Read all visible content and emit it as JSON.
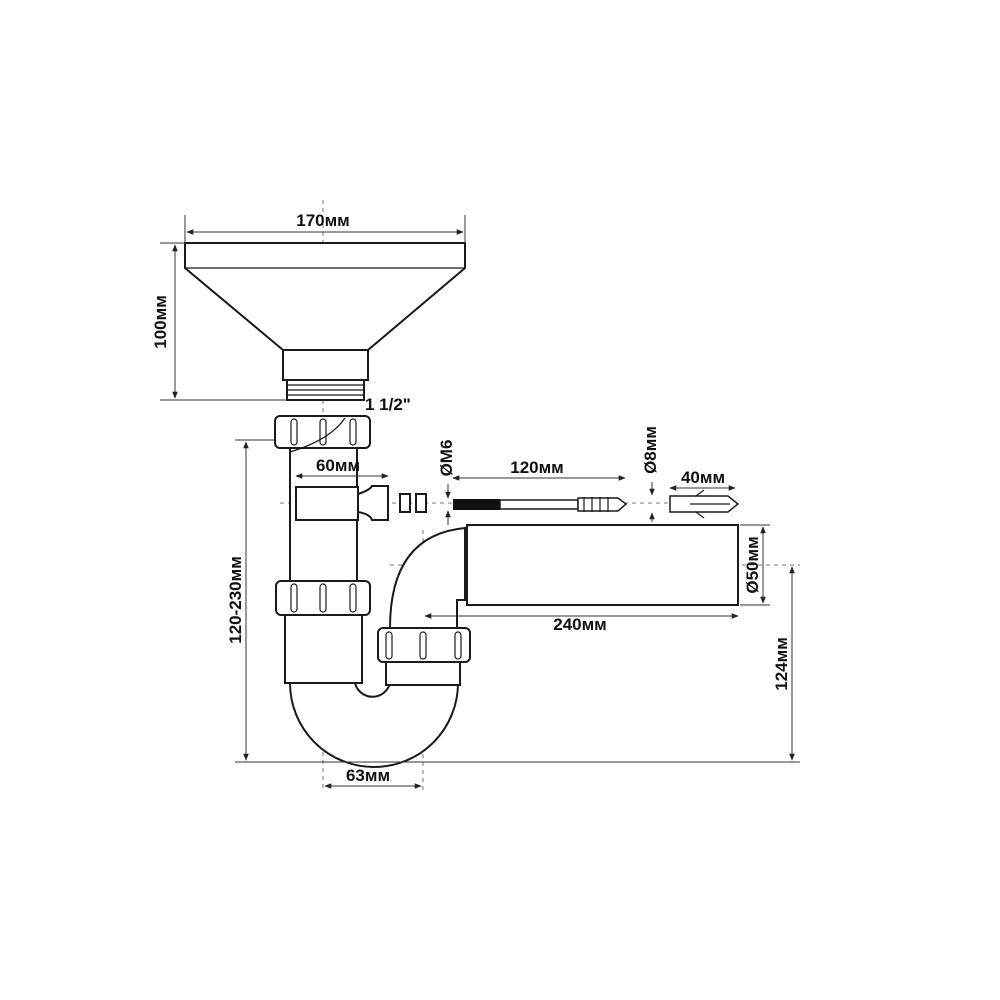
{
  "labels": {
    "funnel_width": "170мм",
    "funnel_height": "100мм",
    "thread": "1 1/2\"",
    "bracket_length": "60мм",
    "bolt_diameter": "ØM6",
    "bolt_length": "120мм",
    "dowel_diameter": "Ø8мм",
    "dowel_length": "40мм",
    "height_range": "120-230мм",
    "outlet_diameter": "Ø50мм",
    "outlet_length": "240мм",
    "outlet_height": "124мм",
    "trap_offset": "63мм"
  }
}
